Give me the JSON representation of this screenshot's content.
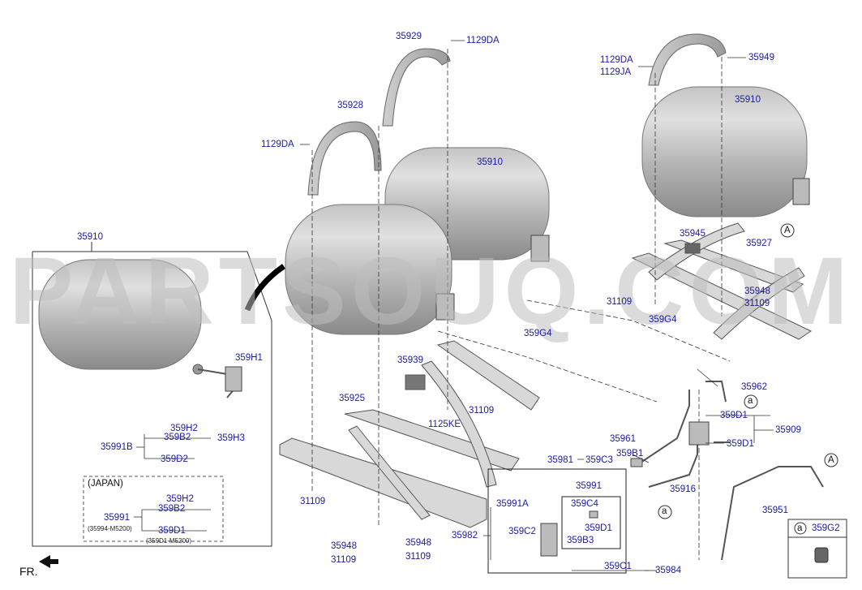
{
  "watermark": "PARTSOUQ.COM",
  "front_label": "FR.",
  "japan_label": "(JAPAN)",
  "callout_letter": "a",
  "ref_A": "A",
  "legend_part": "359G2",
  "labels": {
    "p35910_left": "35910",
    "p35910_mid": "35910",
    "p35910_right": "35910",
    "p35929": "35929",
    "p1129DA_top": "1129DA",
    "p35928": "35928",
    "p1129DA_left": "1129DA",
    "p1129DA_right": "1129DA",
    "p1129JA": "1129JA",
    "p35949": "35949",
    "p35945": "35945",
    "p35927": "35927",
    "p35948_r": "35948",
    "p31109_r1": "31109",
    "p31109_r2": "31109",
    "p359G4_r": "359G4",
    "p359G4_m": "359G4",
    "p35939": "35939",
    "p35925": "35925",
    "p31109_m": "31109",
    "p1125KE": "1125KE",
    "p31109_bl": "31109",
    "p35948_b": "35948",
    "p35948_b2": "35948",
    "p31109_b": "31109",
    "p31109_b2": "31109",
    "p359H1": "359H1",
    "p359H2": "359H2",
    "p359B2": "359B2",
    "p359H3": "359H3",
    "p35991B": "35991B",
    "p359D2": "359D2",
    "p359H2_j": "359H2",
    "p359B2_j": "359B2",
    "p35991_j": "35991",
    "p35994": "(35994-M5200)",
    "p359D1_j": "359D1",
    "p359D1_jn": "(359D1-M5200)",
    "p35962": "35962",
    "p359D1_a": "359D1",
    "p35909": "35909",
    "p359D1_b": "359D1",
    "p35961": "35961",
    "p359B1": "359B1",
    "p35981": "35981",
    "p359C3": "359C3",
    "p35916": "35916",
    "p35991": "35991",
    "p35991A": "35991A",
    "p359C4": "359C4",
    "p359D1_c": "359D1",
    "p35982": "35982",
    "p359C2": "359C2",
    "p359B3": "359B3",
    "p35951": "35951",
    "p359C1": "359C1",
    "p35984": "35984"
  },
  "colors": {
    "label": "#1a1aa6",
    "tank_light": "#d8d8d8",
    "tank_dark": "#8e8e8e",
    "line": "#333333",
    "watermark": "#bebebe"
  }
}
